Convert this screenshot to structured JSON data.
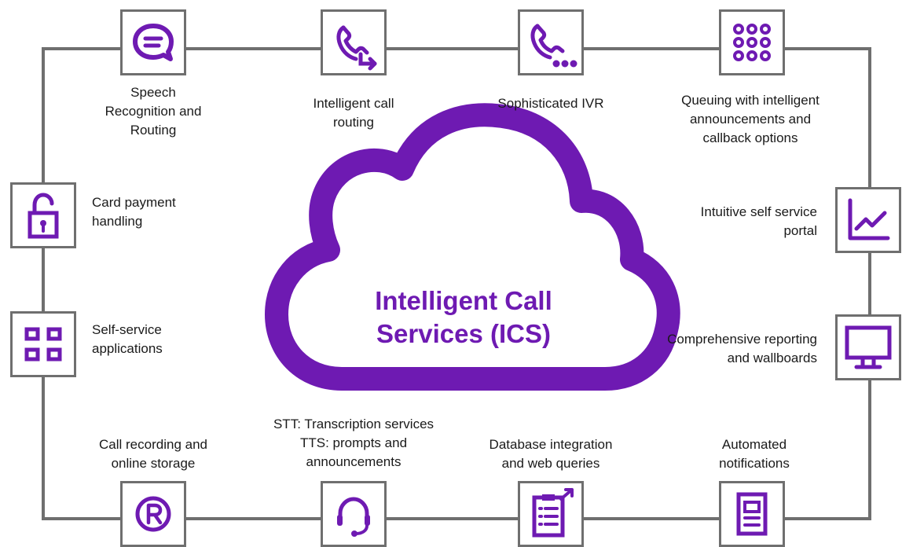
{
  "title": "Intelligent Call\nServices (ICS)",
  "accent_color": "#6e1ab2",
  "line_color": "#6f6f6f",
  "nodes": [
    {
      "label": "Speech\nRecognition and\nRouting",
      "icon": "speech-bubble-icon"
    },
    {
      "label": "Intelligent call\nrouting",
      "icon": "phone-forward-icon"
    },
    {
      "label": "Sophisticated IVR",
      "icon": "phone-keypad-icon"
    },
    {
      "label": "Queuing with intelligent\nannouncements and\ncallback options",
      "icon": "dot-grid-icon"
    },
    {
      "label": "Card payment\nhandling",
      "icon": "padlock-icon"
    },
    {
      "label": "Intuitive self service\nportal",
      "icon": "line-chart-icon"
    },
    {
      "label": "Self-service\napplications",
      "icon": "app-grid-icon"
    },
    {
      "label": "Comprehensive reporting\nand wallboards",
      "icon": "monitor-icon"
    },
    {
      "label": "Call recording and\nonline storage",
      "icon": "registered-icon"
    },
    {
      "label": "STT: Transcription services\nTTS: prompts and\nannouncements",
      "icon": "headset-icon"
    },
    {
      "label": "Database integration\nand web queries",
      "icon": "clipboard-list-icon"
    },
    {
      "label": "Automated\nnotifications",
      "icon": "document-icon"
    }
  ]
}
